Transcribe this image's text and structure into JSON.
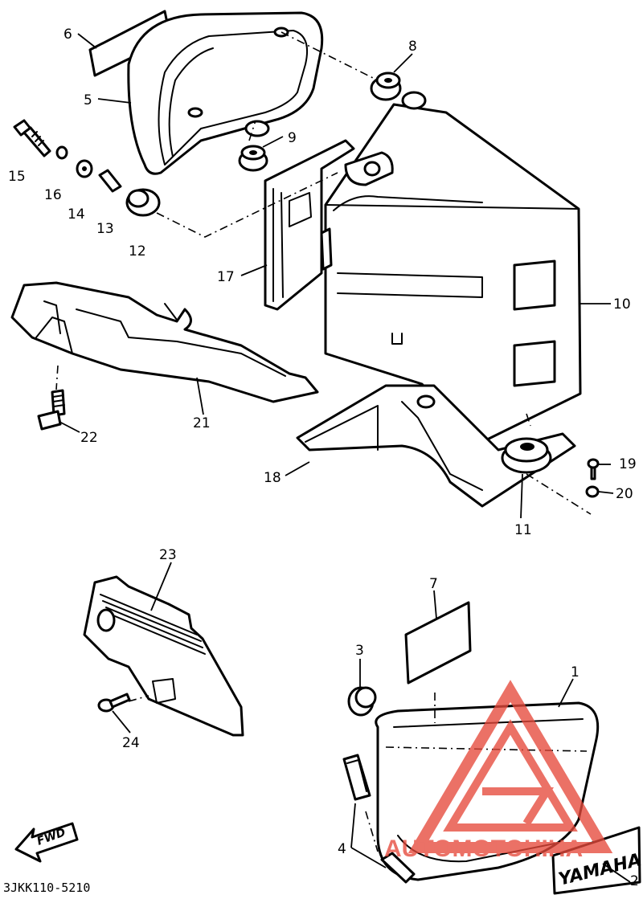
{
  "diagram": {
    "callouts": [
      "1",
      "2",
      "3",
      "4",
      "5",
      "6",
      "7",
      "8",
      "9",
      "10",
      "11",
      "12",
      "13",
      "14",
      "15",
      "16",
      "17",
      "18",
      "19",
      "20",
      "21",
      "22",
      "23",
      "24"
    ],
    "fwd_label": "FWD",
    "brand_emblem": "YAMAHA",
    "code": "3JKK110-5210"
  },
  "watermark": {
    "text": "AUTOMOTOHIHA",
    "color": "#e64a3c"
  }
}
